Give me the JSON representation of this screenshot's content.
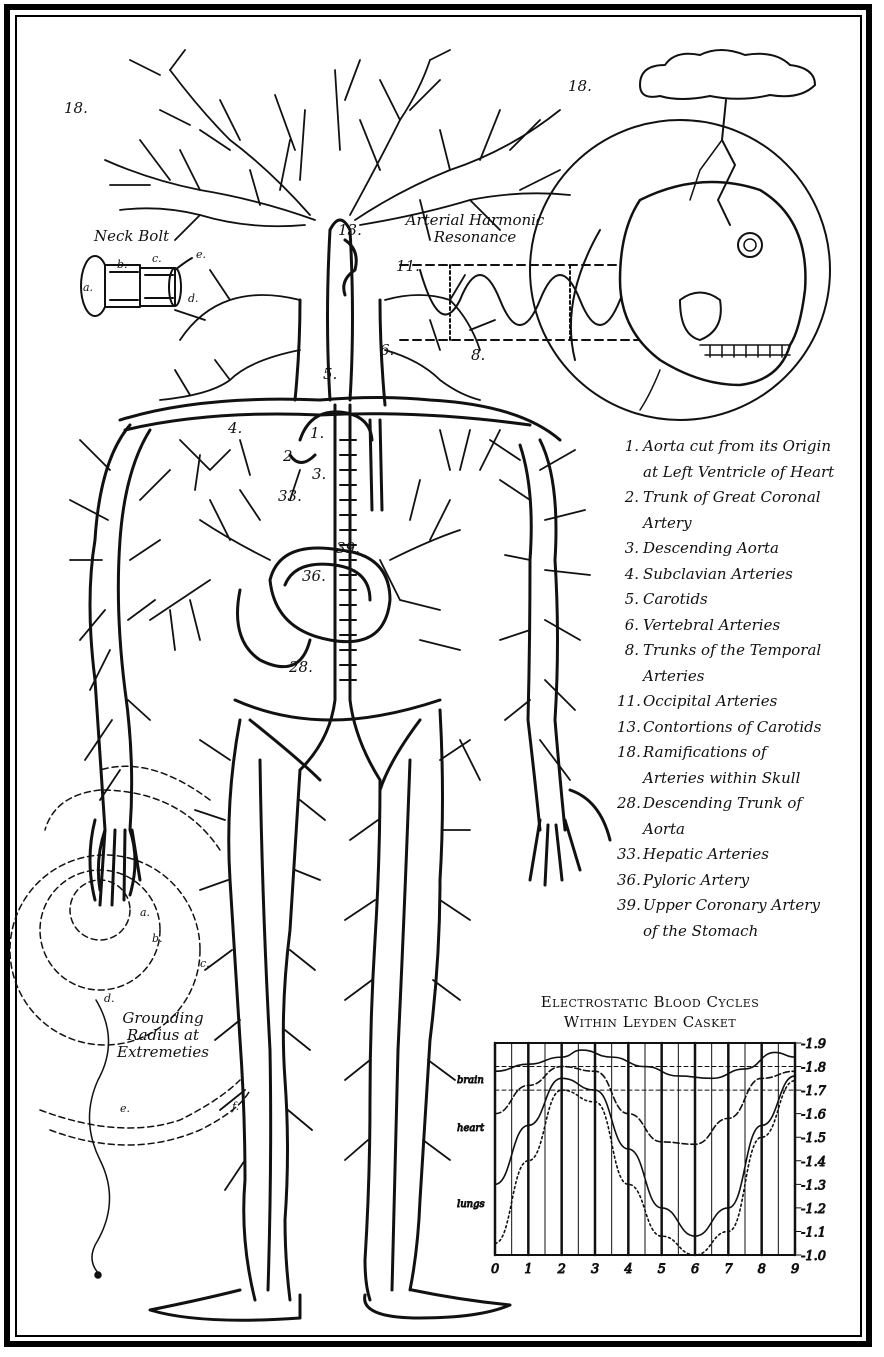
{
  "labels": {
    "neck_bolt": "Neck Bolt",
    "harmonic_line1": "Arterial Harmonic",
    "harmonic_line2": "Resonance",
    "grounding_line1": "Grounding",
    "grounding_line2": "Radius at",
    "grounding_line3": "Extremeties",
    "bolt_a": "a.",
    "bolt_b": "b.",
    "bolt_c": "c.",
    "bolt_d": "d.",
    "bolt_e": "e.",
    "ground_a": "a.",
    "ground_b": "b.",
    "ground_c": "c.",
    "ground_d": "d.",
    "ground_e": "e.",
    "ground_f": "f."
  },
  "figure_numbers": [
    "18.",
    "18.",
    "13.",
    "11.",
    "6.",
    "8.",
    "5.",
    "4.",
    "1.",
    "2.",
    "3.",
    "33.",
    "39.",
    "36.",
    "28."
  ],
  "legend": [
    {
      "num": "1.",
      "lines": [
        "Aorta cut from its Origin",
        "at Left Ventricle of Heart"
      ]
    },
    {
      "num": "2.",
      "lines": [
        "Trunk of Great Coronal",
        "Artery"
      ]
    },
    {
      "num": "3.",
      "lines": [
        "Descending Aorta"
      ]
    },
    {
      "num": "4.",
      "lines": [
        "Subclavian Arteries"
      ]
    },
    {
      "num": "5.",
      "lines": [
        "Carotids"
      ]
    },
    {
      "num": "6.",
      "lines": [
        "Vertebral Arteries"
      ]
    },
    {
      "num": "8.",
      "lines": [
        "Trunks of the Temporal",
        "Arteries"
      ]
    },
    {
      "num": "11.",
      "lines": [
        "Occipital Arteries"
      ]
    },
    {
      "num": "13.",
      "lines": [
        "Contortions of Carotids"
      ]
    },
    {
      "num": "18.",
      "lines": [
        "Ramifications of",
        "Arteries within Skull"
      ]
    },
    {
      "num": "28.",
      "lines": [
        "Descending Trunk of",
        "Aorta"
      ]
    },
    {
      "num": "33.",
      "lines": [
        "Hepatic Arteries"
      ]
    },
    {
      "num": "36.",
      "lines": [
        "Pyloric Artery"
      ]
    },
    {
      "num": "39.",
      "lines": [
        "Upper Coronary Artery",
        "of the Stomach"
      ]
    }
  ],
  "chart": {
    "title_line1": "Electrostatic Blood Cycles",
    "title_line2": "Within Leyden Casket",
    "row_labels": [
      "brain",
      "heart",
      "lungs"
    ]
  },
  "chart_data": {
    "type": "line",
    "title": "Electrostatic Blood Cycles Within Leyden Casket",
    "x_ticks": [
      "0",
      "1",
      "2",
      "3",
      "4",
      "5",
      "6",
      "7",
      "8",
      "9"
    ],
    "y_ticks": [
      "-1.9",
      "-1.8",
      "-1.7",
      "-1.6",
      "-1.5",
      "-1.4",
      "-1.3",
      "-1.2",
      "-1.1",
      "-1.0"
    ],
    "xlim": [
      0,
      9
    ],
    "ylim": [
      1.0,
      1.9
    ],
    "series": [
      {
        "x": [
          0,
          1,
          2,
          2.6,
          3.5,
          4.5,
          5.5,
          6.5,
          7.5,
          8.4,
          9
        ],
        "y": [
          1.78,
          1.81,
          1.84,
          1.87,
          1.84,
          1.8,
          1.76,
          1.75,
          1.79,
          1.86,
          1.84
        ]
      },
      {
        "x": [
          0,
          1,
          2,
          3,
          4,
          5,
          6,
          7,
          8,
          9
        ],
        "y": [
          1.6,
          1.72,
          1.8,
          1.78,
          1.6,
          1.48,
          1.47,
          1.58,
          1.75,
          1.78
        ]
      },
      {
        "x": [
          0,
          1,
          2,
          3,
          4,
          5,
          6,
          7,
          8,
          9
        ],
        "y": [
          1.3,
          1.55,
          1.75,
          1.7,
          1.45,
          1.2,
          1.08,
          1.2,
          1.55,
          1.76
        ]
      },
      {
        "x": [
          0,
          1,
          2,
          3,
          4,
          5,
          6,
          7,
          8,
          9
        ],
        "y": [
          1.05,
          1.4,
          1.7,
          1.65,
          1.3,
          1.08,
          1.0,
          1.1,
          1.5,
          1.74
        ]
      }
    ]
  }
}
